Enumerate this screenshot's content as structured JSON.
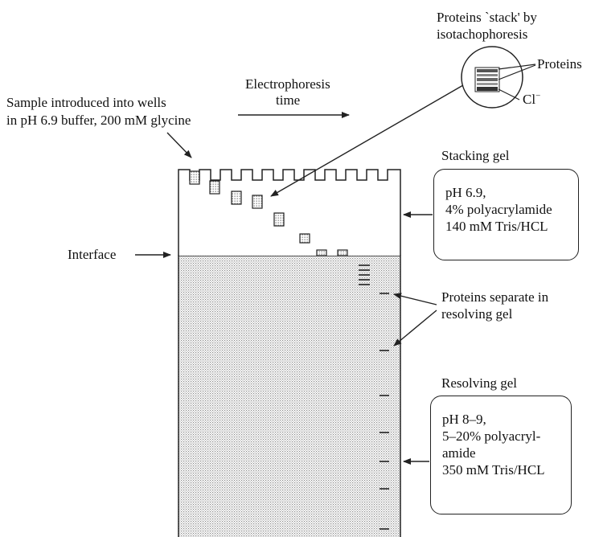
{
  "texts": {
    "stack_title_line1": "Proteins `stack' by",
    "stack_title_line2": "isotachophoresis",
    "proteins_label": "Proteins",
    "chloride_label": "Cl",
    "chloride_sup": "−",
    "electrophoresis_line1": "Electrophoresis",
    "electrophoresis_line2": "time",
    "sample_line1": "Sample introduced into wells",
    "sample_line2": "in pH 6.9 buffer, 200 mM glycine",
    "interface_label": "Interface",
    "stacking_gel_title": "Stacking gel",
    "separate_line1": "Proteins separate in",
    "separate_line2": "resolving gel",
    "resolving_gel_title": "Resolving gel"
  },
  "stacking_box": [
    "pH 6.9,",
    "4% polyacrylamide",
    "140 mM Tris/HCL"
  ],
  "resolving_box": [
    "pH 8–9,",
    "5–20% polyacryl-",
    "amide",
    "350 mM Tris/HCL"
  ],
  "colors": {
    "ink": "#222222",
    "gel_dot": "#8a8a8a",
    "background": "#ffffff"
  }
}
